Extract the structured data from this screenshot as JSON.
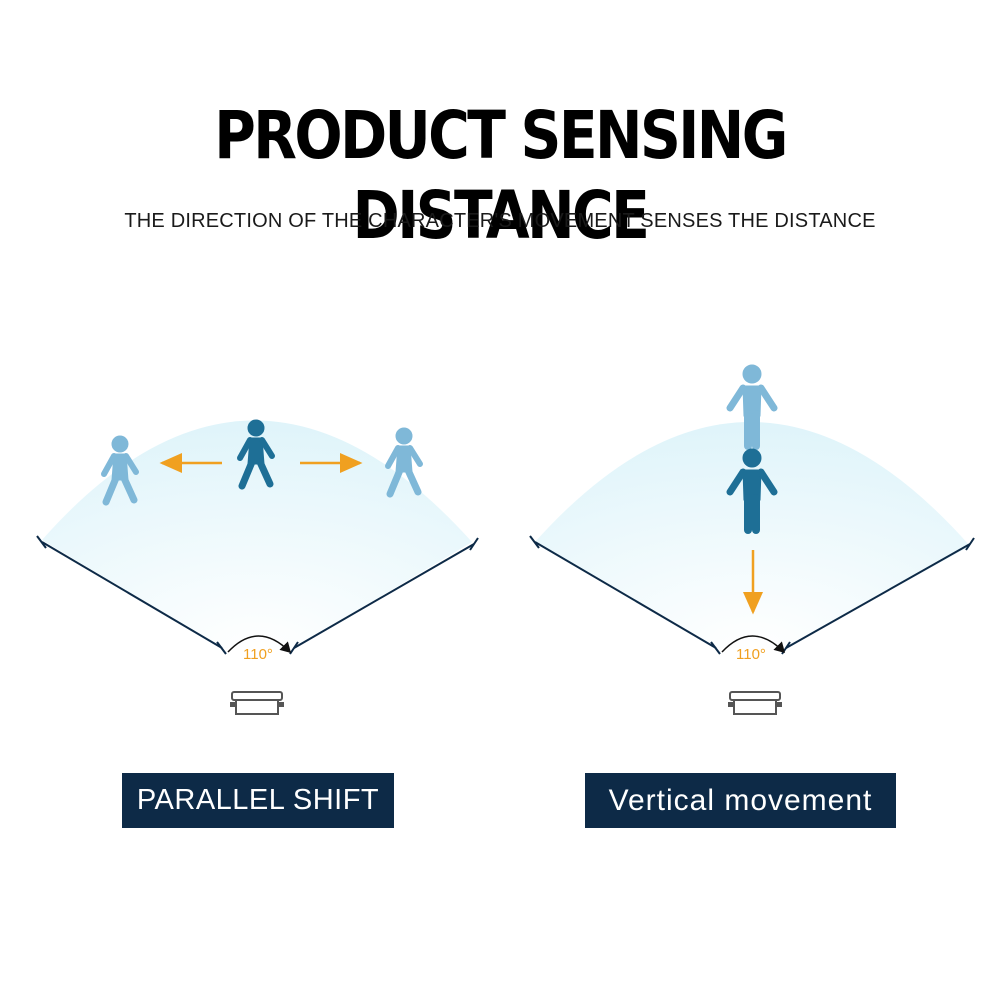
{
  "title": "PRODUCT SENSING DISTANCE",
  "subtitle": "THE DIRECTION OF THE CHARACTER'S MOVEMENT SENSES THE DISTANCE",
  "panels": [
    {
      "label": "PARALLEL SHIFT",
      "angle": "110°"
    },
    {
      "label": "Vertical movement",
      "angle": "110°"
    }
  ],
  "colors": {
    "label_bg": "#0d2a47",
    "arrow": "#f0a020",
    "figure_dark": "#1e6f96",
    "figure_light": "#7fb8d8",
    "zone": "#e8f7fb",
    "line": "#0d2a47"
  }
}
